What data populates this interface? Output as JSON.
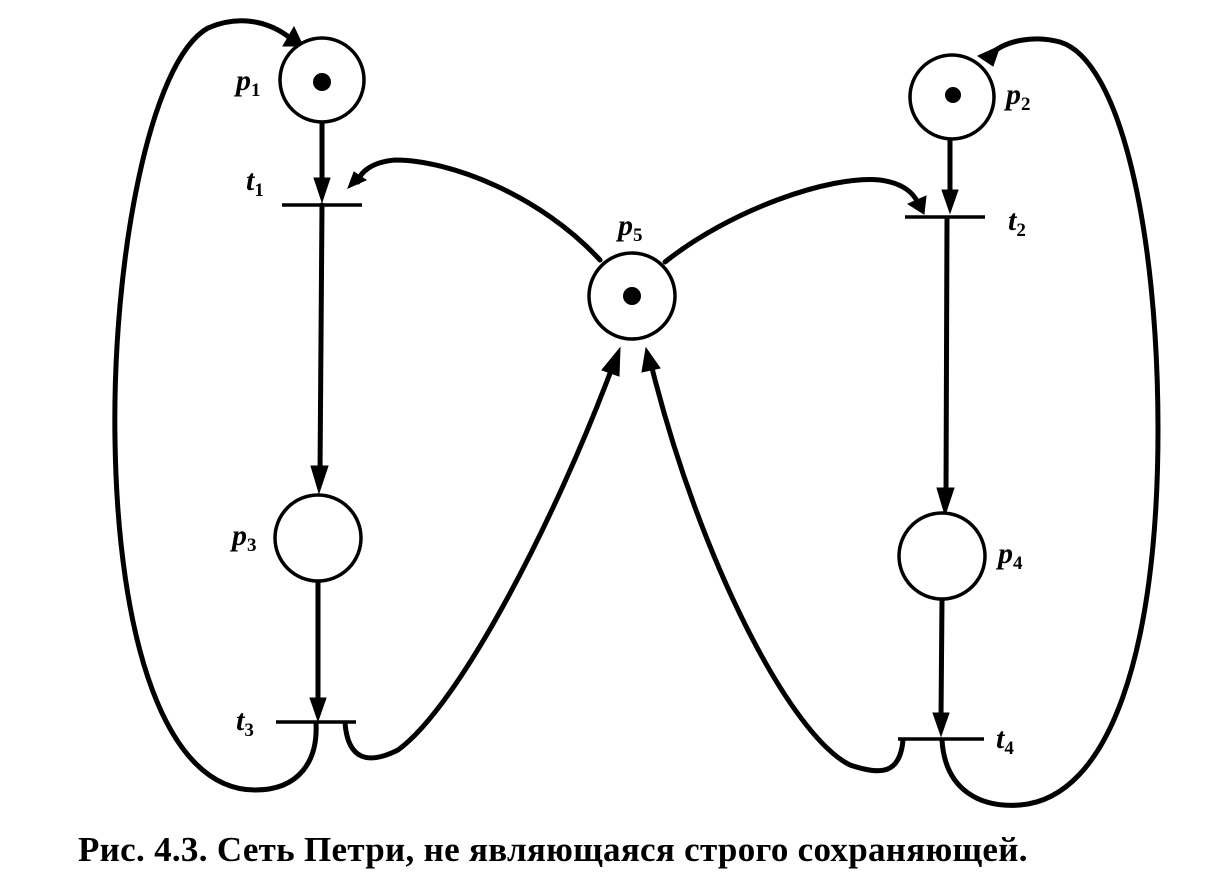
{
  "figure": {
    "caption": "Рис. 4.3. Сеть Петри, не являющаяся строго сохраняющей."
  },
  "net": {
    "places": [
      {
        "id": "p1",
        "letter": "p",
        "index": "1",
        "tokens": 1
      },
      {
        "id": "p2",
        "letter": "p",
        "index": "2",
        "tokens": 1
      },
      {
        "id": "p3",
        "letter": "p",
        "index": "3",
        "tokens": 0
      },
      {
        "id": "p4",
        "letter": "p",
        "index": "4",
        "tokens": 0
      },
      {
        "id": "p5",
        "letter": "p",
        "index": "5",
        "tokens": 1
      }
    ],
    "transitions": [
      {
        "id": "t1",
        "letter": "t",
        "index": "1",
        "inputs": [
          "p1",
          "p5"
        ],
        "outputs": [
          "p3"
        ]
      },
      {
        "id": "t2",
        "letter": "t",
        "index": "2",
        "inputs": [
          "p2",
          "p5"
        ],
        "outputs": [
          "p4"
        ]
      },
      {
        "id": "t3",
        "letter": "t",
        "index": "3",
        "inputs": [
          "p3"
        ],
        "outputs": [
          "p1",
          "p5"
        ]
      },
      {
        "id": "t4",
        "letter": "t",
        "index": "4",
        "inputs": [
          "p4"
        ],
        "outputs": [
          "p2",
          "p5"
        ]
      }
    ]
  }
}
